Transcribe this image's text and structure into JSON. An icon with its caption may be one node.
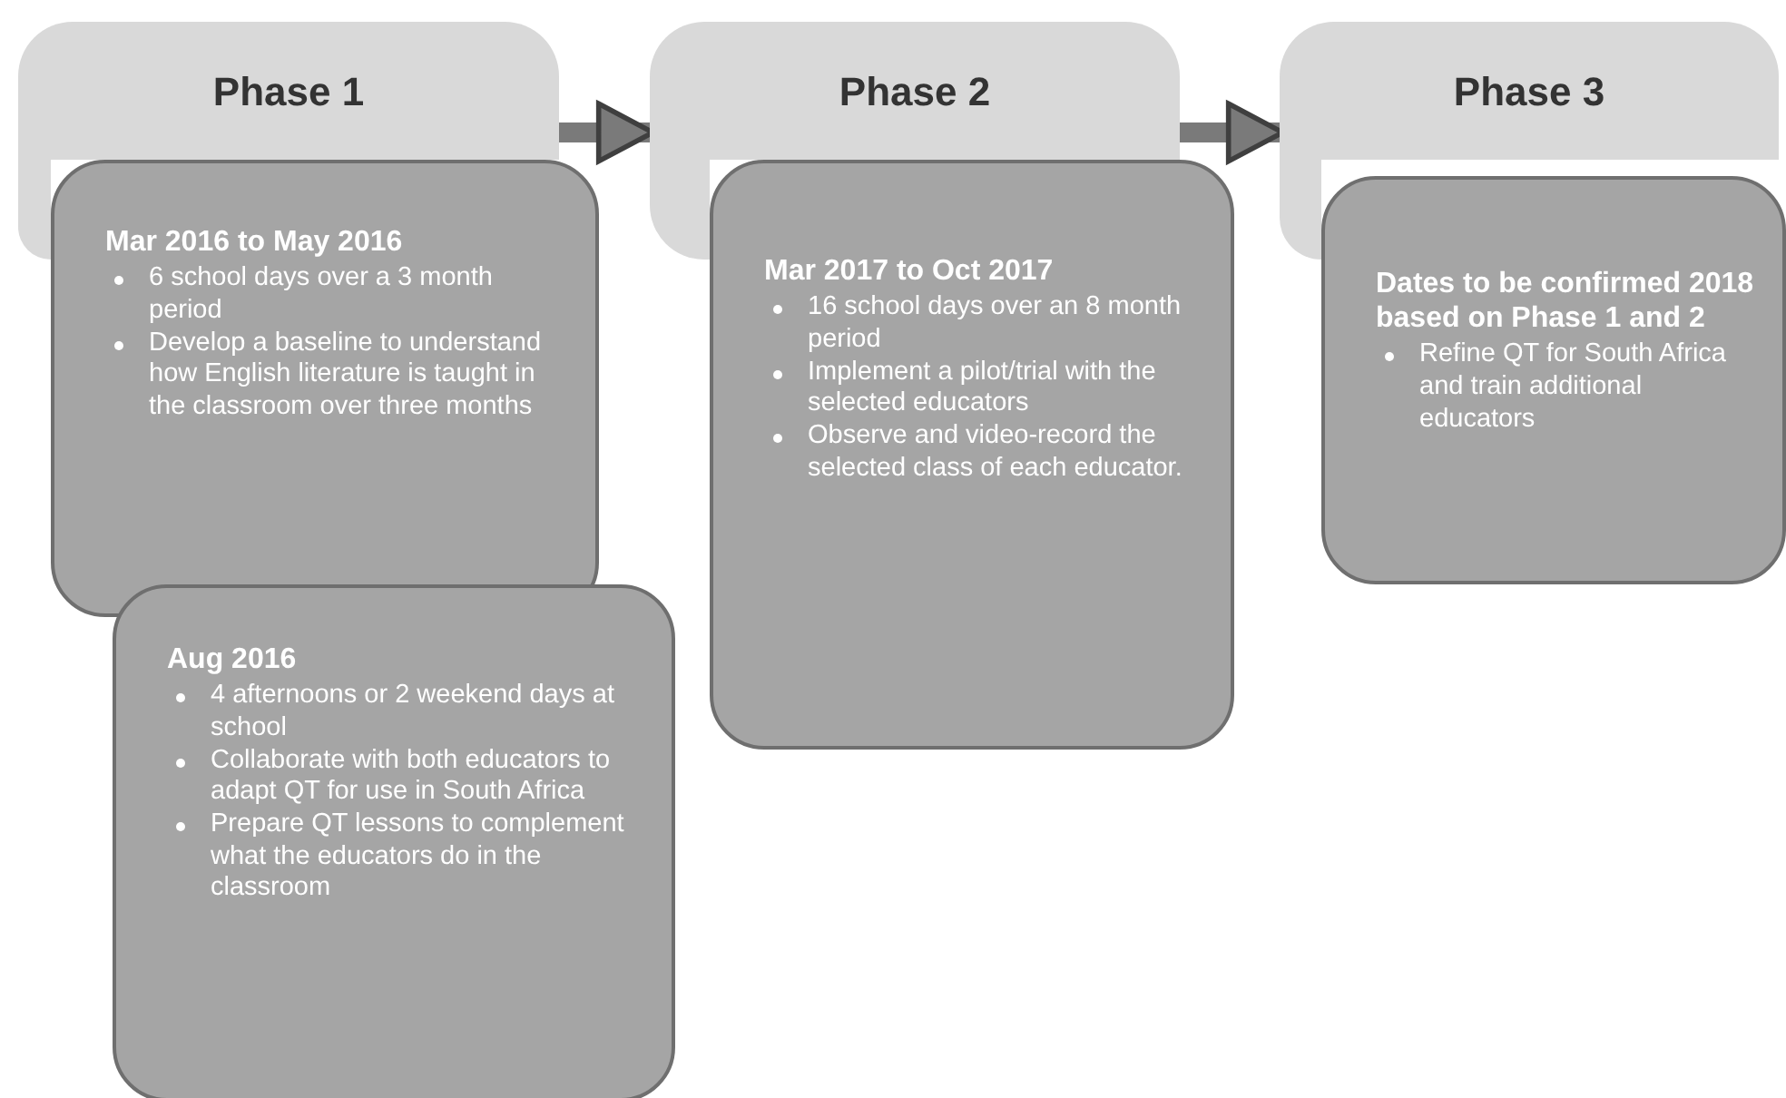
{
  "diagram": {
    "nodes": [
      {
        "text": [
          "Phase 1"
        ]
      },
      {
        "text": [
          "Mar 2016 to May 2016",
          "6 school days over a 3 month period",
          "Develop a baseline to understand how English literature is taught in the classroom over three months"
        ]
      },
      {
        "text": [
          "Aug 2016",
          "4 afternoons or 2 weekend days at school",
          "Collaborate with both educators to adapt QT for use in South Africa",
          "Prepare QT lessons to complement what the educators do in the classroom"
        ]
      },
      {
        "text": [
          "Phase 2"
        ]
      },
      {
        "text": [
          "Mar 2017 to Oct 2017",
          "16 school days over an 8 month period",
          "Implement a pilot/trial with the selected educators",
          "Observe and video-record the selected class of each educator."
        ]
      },
      {
        "text": [
          "Phase 3"
        ]
      },
      {
        "text": [
          "Dates to be confirmed 2018 based on Phase 1 and 2",
          "Refine QT for South Africa and train additional educators"
        ]
      }
    ],
    "edges": [
      {
        "from": 0,
        "to": 3,
        "arrow": "to"
      },
      {
        "from": 3,
        "to": 5,
        "arrow": "to"
      }
    ]
  }
}
